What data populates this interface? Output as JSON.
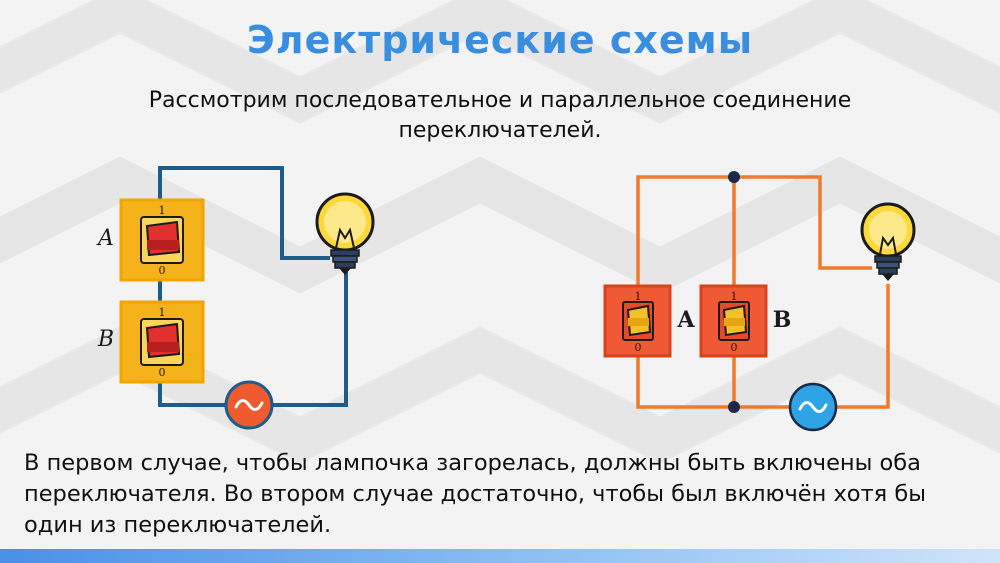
{
  "title": "Электрические схемы",
  "subtitle": "Рассмотрим последовательное и параллельное соединение переключателей.",
  "series_circuit": {
    "switch_a": {
      "label": "A",
      "top_mark": "1",
      "bottom_mark": "0"
    },
    "switch_b": {
      "label": "B",
      "top_mark": "1",
      "bottom_mark": "0"
    },
    "wire_color": "#1f5c8a",
    "switch_body_color": "#f6b21b",
    "toggle_color": "#e2302e",
    "source_color": "#ef5a2f"
  },
  "parallel_circuit": {
    "switch_a": {
      "label": "A",
      "top_mark": "1",
      "bottom_mark": "0"
    },
    "switch_b": {
      "label": "B",
      "top_mark": "1",
      "bottom_mark": "0"
    },
    "wire_color": "#f07a2b",
    "switch_body_color": "#ef5a35",
    "toggle_color": "#f6c02a",
    "source_color": "#2ea3e6",
    "junction_color": "#1b2a4a"
  },
  "bottom_text": "В первом случае, чтобы лампочка загорелась, должны быть включены оба переключателя. Во втором случае достаточно, чтобы был включён хотя бы один из переключателей."
}
